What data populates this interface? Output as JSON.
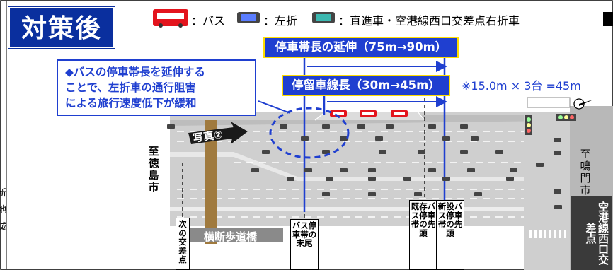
{
  "title": "対策後",
  "legend": {
    "bus_label": "：バス",
    "left_turn_label": "：左折",
    "straight_right_label": "：直進車・空港線西口交差点右折車"
  },
  "callout_text": "◆バスの停車帯長を延伸する\nことで、左折車の通行阻害\nによる旅行速度低下が緩和",
  "extension_box": "停車帯長の延伸（75m→90m）",
  "stop_line_box": "停留車線長（30m→45m）",
  "note": "※15.0m × 3台 =45m",
  "photo_label": "写真②",
  "place_left": "至徳島市",
  "place_right": "至鳴門市",
  "intersection_name": "空港線西口交差点",
  "pedestrian_bridge": "横断歩道橋",
  "markers": {
    "next_intersection": "次の交差点",
    "bus_stop_end": "バス停車帯の末尾",
    "existing_bus_stop_head": "既存バス停車帯の先頭",
    "new_bus_stop_head": "新設バス停車帯の先頭"
  },
  "side_text": "新地域",
  "colors": {
    "blue": "#1f3fd0",
    "title_bg": "#0a2f9e",
    "red": "#e3141d",
    "road": "#c9c9c9",
    "shoulder": "#9a9a9a",
    "bridge": "#a07a3e"
  }
}
